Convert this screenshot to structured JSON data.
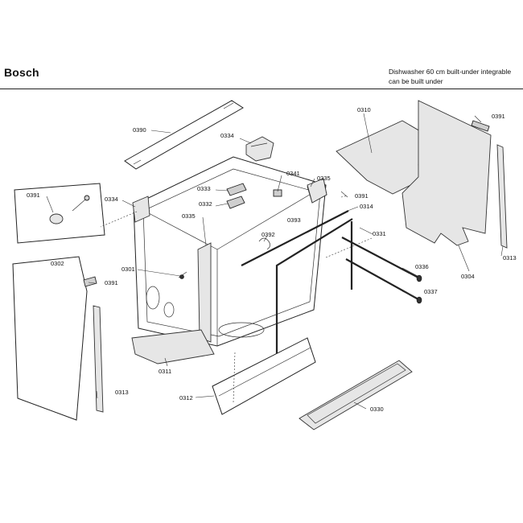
{
  "header": {
    "brand": "Bosch",
    "model_line1": "Dishwasher 60 cm built-under integrable",
    "model_line2": "can be built under"
  },
  "diagram": {
    "labels": [
      {
        "id": "p0390",
        "text": "0390"
      },
      {
        "id": "p0334a",
        "text": "0334"
      },
      {
        "id": "p0310",
        "text": "0310"
      },
      {
        "id": "p0391a",
        "text": "0391"
      },
      {
        "id": "p0341",
        "text": "0341"
      },
      {
        "id": "p0335a",
        "text": "0335"
      },
      {
        "id": "p0333",
        "text": "0333"
      },
      {
        "id": "p0332",
        "text": "0332"
      },
      {
        "id": "p0391b",
        "text": "0391"
      },
      {
        "id": "p0314",
        "text": "0314"
      },
      {
        "id": "p0391c",
        "text": "0391"
      },
      {
        "id": "p0334b",
        "text": "0334"
      },
      {
        "id": "p0335b",
        "text": "0335"
      },
      {
        "id": "p0392",
        "text": "0392"
      },
      {
        "id": "p0393",
        "text": "0393"
      },
      {
        "id": "p0331",
        "text": "0331"
      },
      {
        "id": "p0302",
        "text": "0302"
      },
      {
        "id": "p0301",
        "text": "0301"
      },
      {
        "id": "p0391d",
        "text": "0391"
      },
      {
        "id": "p0336",
        "text": "0336"
      },
      {
        "id": "p0337",
        "text": "0337"
      },
      {
        "id": "p0304",
        "text": "0304"
      },
      {
        "id": "p0313a",
        "text": "0313"
      },
      {
        "id": "p0311",
        "text": "0311"
      },
      {
        "id": "p0313b",
        "text": "0313"
      },
      {
        "id": "p0312",
        "text": "0312"
      },
      {
        "id": "p0330",
        "text": "0330"
      }
    ]
  }
}
